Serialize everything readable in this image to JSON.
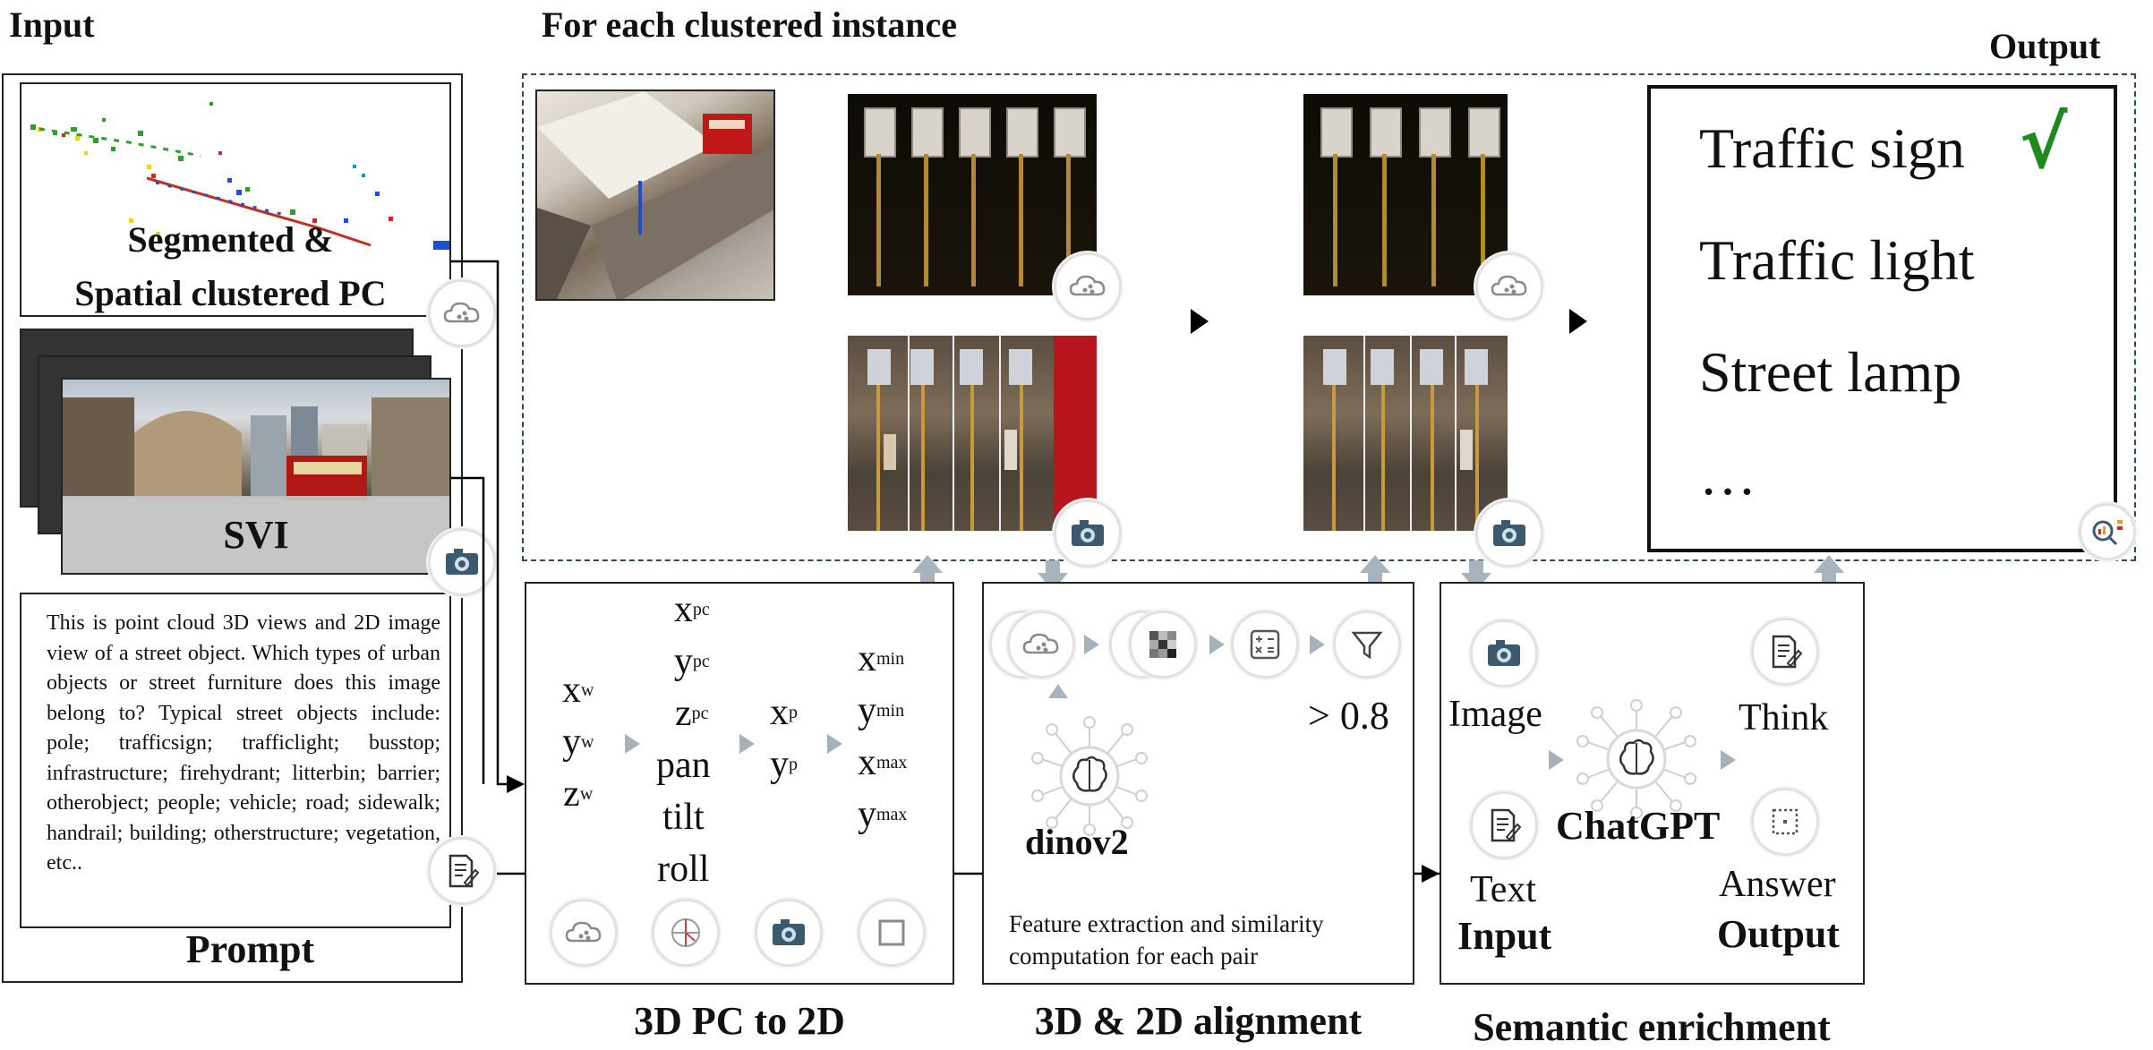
{
  "headers": {
    "input": "Input",
    "for_each": "For each clustered instance",
    "output": "Output"
  },
  "input": {
    "pc_label": "Segmented &\nSpatial clustered PC",
    "svi_label": "SVI",
    "prompt_text": "This is point cloud 3D views and 2D image view of a street object. Which types of urban objects or street furniture does this image belong to? Typical street objects include: pole; trafficsign; trafficlight; busstop; infrastructure; firehydrant; litterbin; barrier; otherobject; people; vehicle; road; sidewalk; handrail; building; otherstructure; vegetation, etc..",
    "prompt_label": "Prompt"
  },
  "output_list": {
    "items": [
      "Traffic sign",
      "Traffic light",
      "Street lamp",
      "…"
    ],
    "check": "√",
    "check_color": "#1e8a1e"
  },
  "pc_to_2d": {
    "title": "3D PC to 2D",
    "col1": [
      [
        "x",
        "w"
      ],
      [
        "y",
        "w"
      ],
      [
        "z",
        "w"
      ]
    ],
    "col2": [
      [
        "x",
        "pc"
      ],
      [
        "y",
        "pc"
      ],
      [
        "z",
        "pc"
      ],
      [
        "pan",
        ""
      ],
      [
        "tilt",
        ""
      ],
      [
        "roll",
        ""
      ]
    ],
    "col3": [
      [
        "x",
        "p"
      ],
      [
        "y",
        "p"
      ]
    ],
    "col4": [
      [
        "x",
        "min"
      ],
      [
        "y",
        "min"
      ],
      [
        "x",
        "max"
      ],
      [
        "y",
        "max"
      ]
    ]
  },
  "alignment": {
    "title": "3D & 2D alignment",
    "model": "dinov2",
    "threshold": "> 0.8",
    "desc": "Feature extraction and similarity computation for each pair"
  },
  "enrichment": {
    "title": "Semantic enrichment",
    "image_label": "Image",
    "text_label": "Text",
    "input_label": "Input",
    "llm": "ChatGPT",
    "think_label": "Think",
    "answer_label": "Answer",
    "output_label": "Output"
  },
  "colors": {
    "arrow_gray": "#a8b4bd",
    "dashed_border": "#2d4a66",
    "icon_gray": "#8a8a8a"
  }
}
